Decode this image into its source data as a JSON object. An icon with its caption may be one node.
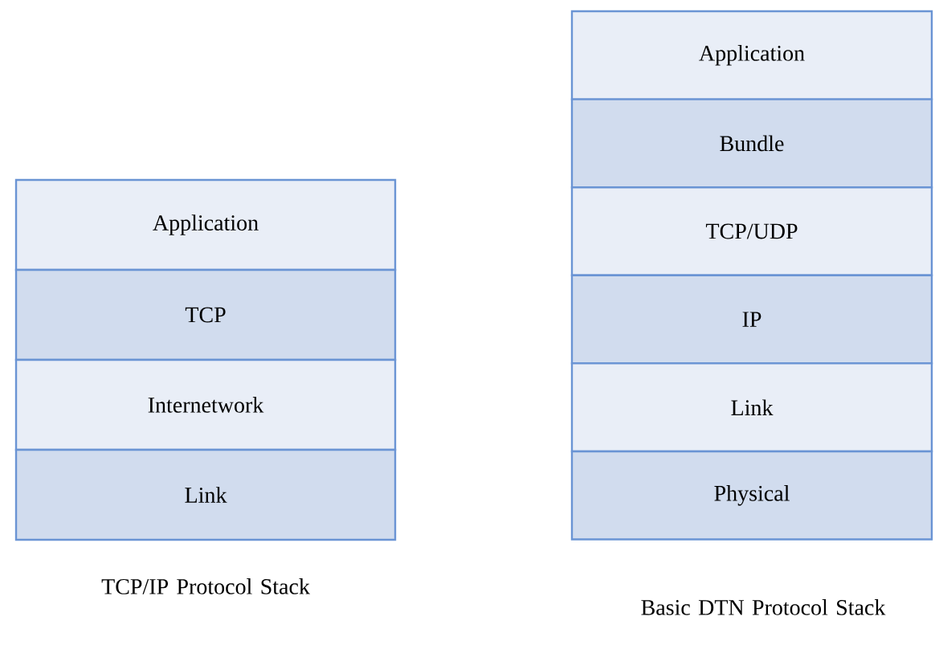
{
  "diagram": {
    "nodes": [
      {
        "text": [
          "Application"
        ]
      },
      {
        "text": [
          "TCP"
        ]
      },
      {
        "text": [
          "Internetwork"
        ]
      },
      {
        "text": [
          "Link"
        ]
      },
      {
        "text": [
          "Application"
        ]
      },
      {
        "text": [
          "Bundle"
        ]
      },
      {
        "text": [
          "TCP/UDP"
        ]
      },
      {
        "text": [
          "IP"
        ]
      },
      {
        "text": [
          "Link"
        ]
      },
      {
        "text": [
          "Physical"
        ]
      }
    ],
    "labels": [
      "TCP/IP Protocol Stack",
      "Basic DTN Protocol Stack"
    ]
  }
}
